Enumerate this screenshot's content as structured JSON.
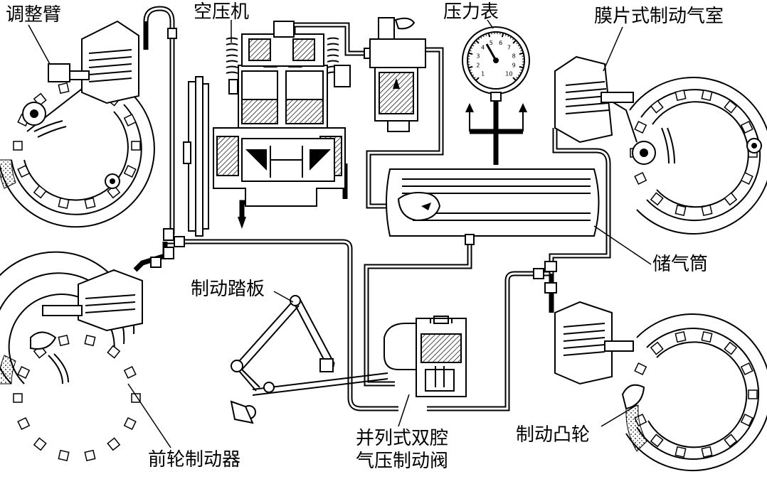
{
  "labels": {
    "adjust_arm": "调整臂",
    "compressor": "空压机",
    "pressure_gauge": "压力表",
    "diaphragm_chamber": "膜片式制动气室",
    "reservoir": "储气筒",
    "brake_pedal": "制动踏板",
    "front_brake": "前轮制动器",
    "valve_line1": "并列式双腔",
    "valve_line2": "气压制动阀",
    "brake_cam": "制动凸轮"
  },
  "gauge": {
    "ticks": [
      "1",
      "2",
      "3",
      "4",
      "5",
      "6",
      "7",
      "8",
      "9",
      "10"
    ]
  },
  "components": [
    "front-left-brake-drum",
    "front-left-brake-chamber",
    "rear-left-brake-drum",
    "rear-left-brake-chamber",
    "right-top-brake-drum",
    "right-top-brake-chamber",
    "right-bottom-brake-drum",
    "right-bottom-brake-chamber",
    "air-compressor",
    "pressure-regulator",
    "pressure-gauge",
    "air-reservoir",
    "dual-chamber-brake-valve",
    "brake-pedal-linkage"
  ]
}
